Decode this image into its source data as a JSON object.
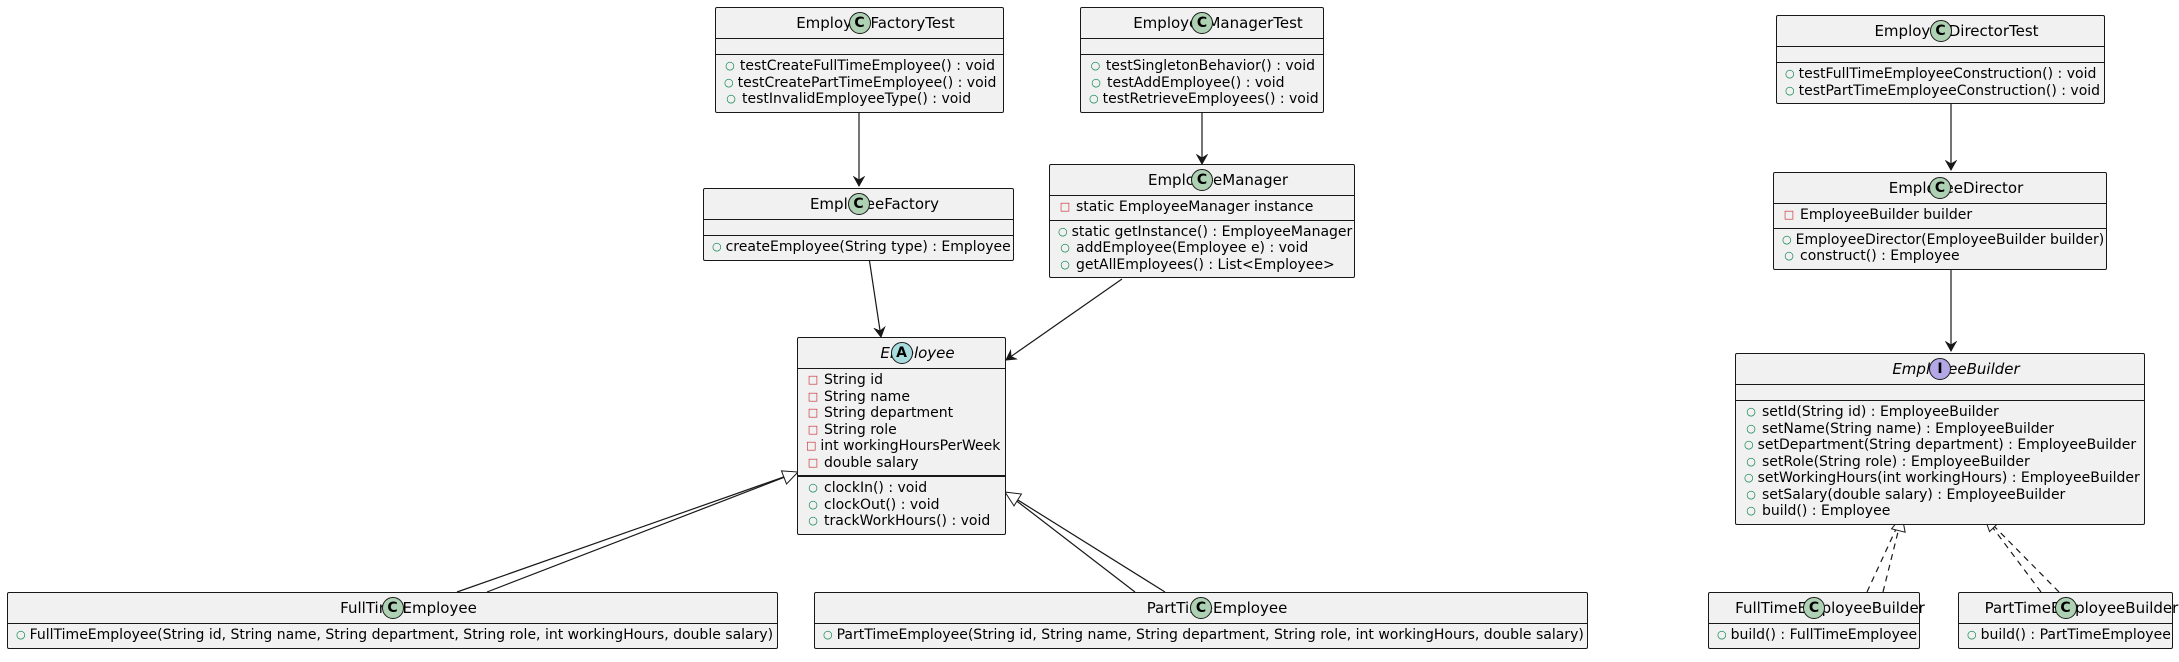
{
  "classes": {
    "employee_factory_test": {
      "name": "EmployeeFactoryTest",
      "badge": "C",
      "attributes": [],
      "methods": [
        {
          "vis": "+",
          "text": "testCreateFullTimeEmployee() : void"
        },
        {
          "vis": "+",
          "text": "testCreatePartTimeEmployee() : void"
        },
        {
          "vis": "+",
          "text": "testInvalidEmployeeType() : void"
        }
      ]
    },
    "employee_manager_test": {
      "name": "EmployeeManagerTest",
      "badge": "C",
      "attributes": [],
      "methods": [
        {
          "vis": "+",
          "text": "testSingletonBehavior() : void"
        },
        {
          "vis": "+",
          "text": "testAddEmployee() : void"
        },
        {
          "vis": "+",
          "text": "testRetrieveEmployees() : void"
        }
      ]
    },
    "employee_director_test": {
      "name": "EmployeeDirectorTest",
      "badge": "C",
      "attributes": [],
      "methods": [
        {
          "vis": "+",
          "text": "testFullTimeEmployeeConstruction() : void"
        },
        {
          "vis": "+",
          "text": "testPartTimeEmployeeConstruction() : void"
        }
      ]
    },
    "employee_factory": {
      "name": "EmployeeFactory",
      "badge": "C",
      "attributes": [],
      "methods": [
        {
          "vis": "+",
          "text": "createEmployee(String type) : Employee"
        }
      ]
    },
    "employee_manager": {
      "name": "EmployeeManager",
      "badge": "C",
      "attributes": [
        {
          "vis": "-",
          "text": "static EmployeeManager instance"
        }
      ],
      "methods": [
        {
          "vis": "+",
          "text": "static getInstance() : EmployeeManager"
        },
        {
          "vis": "+",
          "text": "addEmployee(Employee e) : void"
        },
        {
          "vis": "+",
          "text": "getAllEmployees() : List<Employee>"
        }
      ]
    },
    "employee_director": {
      "name": "EmployeeDirector",
      "badge": "C",
      "attributes": [
        {
          "vis": "-",
          "text": "EmployeeBuilder builder"
        }
      ],
      "methods": [
        {
          "vis": "+",
          "text": "EmployeeDirector(EmployeeBuilder builder)"
        },
        {
          "vis": "+",
          "text": "construct() : Employee"
        }
      ]
    },
    "employee": {
      "name": "Employee",
      "badge": "A",
      "attributes": [
        {
          "vis": "-",
          "text": "String id"
        },
        {
          "vis": "-",
          "text": "String name"
        },
        {
          "vis": "-",
          "text": "String department"
        },
        {
          "vis": "-",
          "text": "String role"
        },
        {
          "vis": "-",
          "text": "int workingHoursPerWeek"
        },
        {
          "vis": "-",
          "text": "double salary"
        }
      ],
      "methods": [
        {
          "vis": "+",
          "text": "clockIn() : void"
        },
        {
          "vis": "+",
          "text": "clockOut() : void"
        },
        {
          "vis": "+",
          "text": "trackWorkHours() : void"
        }
      ]
    },
    "employee_builder": {
      "name": "EmployeeBuilder",
      "badge": "I",
      "attributes": [],
      "methods": [
        {
          "vis": "+",
          "text": "setId(String id) : EmployeeBuilder"
        },
        {
          "vis": "+",
          "text": "setName(String name) : EmployeeBuilder"
        },
        {
          "vis": "+",
          "text": "setDepartment(String department) : EmployeeBuilder"
        },
        {
          "vis": "+",
          "text": "setRole(String role) : EmployeeBuilder"
        },
        {
          "vis": "+",
          "text": "setWorkingHours(int workingHours) : EmployeeBuilder"
        },
        {
          "vis": "+",
          "text": "setSalary(double salary) : EmployeeBuilder"
        },
        {
          "vis": "+",
          "text": "build() : Employee"
        }
      ]
    },
    "full_time_employee": {
      "name": "FullTimeEmployee",
      "badge": "C",
      "attributes": [],
      "methods": [
        {
          "vis": "+",
          "text": "FullTimeEmployee(String id, String name, String department, String role, int workingHours, double salary)"
        }
      ]
    },
    "part_time_employee": {
      "name": "PartTimeEmployee",
      "badge": "C",
      "attributes": [],
      "methods": [
        {
          "vis": "+",
          "text": "PartTimeEmployee(String id, String name, String department, String role, int workingHours, double salary)"
        }
      ]
    },
    "full_time_employee_builder": {
      "name": "FullTimeEmployeeBuilder",
      "badge": "C",
      "attributes": [],
      "methods": [
        {
          "vis": "+",
          "text": "build() : FullTimeEmployee"
        }
      ]
    },
    "part_time_employee_builder": {
      "name": "PartTimeEmployeeBuilder",
      "badge": "C",
      "attributes": [],
      "methods": [
        {
          "vis": "+",
          "text": "build() : PartTimeEmployee"
        }
      ]
    }
  },
  "colors": {
    "class_fill": "#f1f1f1",
    "border": "#181818",
    "badge_class": "#add1b2",
    "badge_abstract": "#a9dcdf",
    "badge_interface": "#b4a7e5",
    "public_marker": "#038048",
    "private_marker": "#c82930"
  }
}
